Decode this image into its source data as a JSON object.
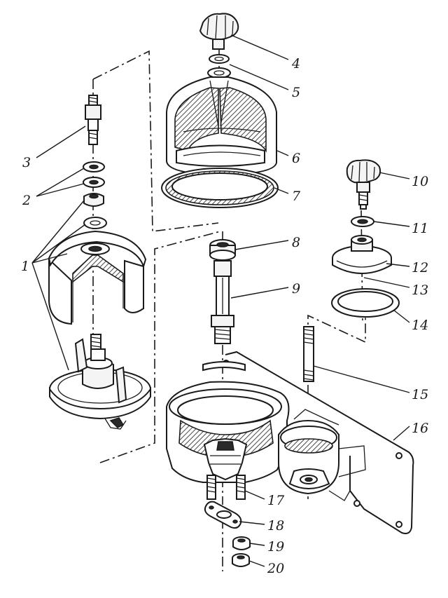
{
  "figure": {
    "callouts": [
      {
        "id": "1",
        "text": "1"
      },
      {
        "id": "2",
        "text": "2"
      },
      {
        "id": "3",
        "text": "3"
      },
      {
        "id": "4",
        "text": "4"
      },
      {
        "id": "5",
        "text": "5"
      },
      {
        "id": "6",
        "text": "6"
      },
      {
        "id": "7",
        "text": "7"
      },
      {
        "id": "8",
        "text": "8"
      },
      {
        "id": "9",
        "text": "9"
      },
      {
        "id": "10",
        "text": "10"
      },
      {
        "id": "11",
        "text": "11"
      },
      {
        "id": "12",
        "text": "12"
      },
      {
        "id": "13",
        "text": "13"
      },
      {
        "id": "14",
        "text": "14"
      },
      {
        "id": "15",
        "text": "15"
      },
      {
        "id": "16",
        "text": "16"
      },
      {
        "id": "17",
        "text": "17"
      },
      {
        "id": "18",
        "text": "18"
      },
      {
        "id": "19",
        "text": "19"
      },
      {
        "id": "20",
        "text": "20"
      }
    ]
  },
  "colors": {
    "ink": "#1a1a1a",
    "paper": "#ffffff"
  }
}
